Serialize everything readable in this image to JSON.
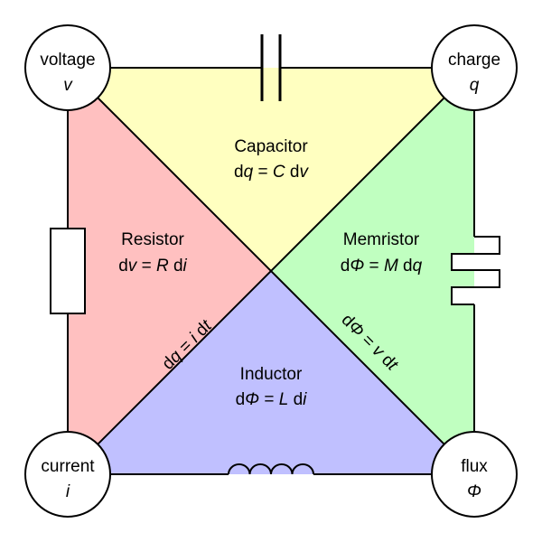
{
  "nodes": {
    "voltage": {
      "name": "voltage",
      "symbol": "v"
    },
    "charge": {
      "name": "charge",
      "symbol": "q"
    },
    "current": {
      "name": "current",
      "symbol": "i"
    },
    "flux": {
      "name": "flux",
      "symbol": "Φ"
    }
  },
  "regions": {
    "capacitor": {
      "name": "Capacitor",
      "eq_pre": "d",
      "eq_var1": "q",
      "eq_mid": " = ",
      "eq_const": "C",
      "eq_post": " d",
      "eq_var2": "v",
      "color": "#ffffc0"
    },
    "resistor": {
      "name": "Resistor",
      "eq_pre": "d",
      "eq_var1": "v",
      "eq_mid": " = ",
      "eq_const": "R",
      "eq_post": " d",
      "eq_var2": "i",
      "color": "#ffc0c0"
    },
    "memristor": {
      "name": "Memristor",
      "eq_pre": "d",
      "eq_var1": "Φ",
      "eq_mid": " = ",
      "eq_const": "M",
      "eq_post": " d",
      "eq_var2": "q",
      "color": "#c0ffc0"
    },
    "inductor": {
      "name": "Inductor",
      "eq_pre": "d",
      "eq_var1": "Φ",
      "eq_mid": " = ",
      "eq_const": "L",
      "eq_post": " d",
      "eq_var2": "i",
      "color": "#c0c0ff"
    }
  },
  "diagonals": {
    "left": {
      "pre": "d",
      "var1": "q",
      "mid": " = ",
      "var2": "i",
      "post": " d",
      "var3": "t"
    },
    "right": {
      "pre": "d",
      "var1": "Φ",
      "mid": " = ",
      "var2": "v",
      "post": " d",
      "var3": "t"
    }
  }
}
